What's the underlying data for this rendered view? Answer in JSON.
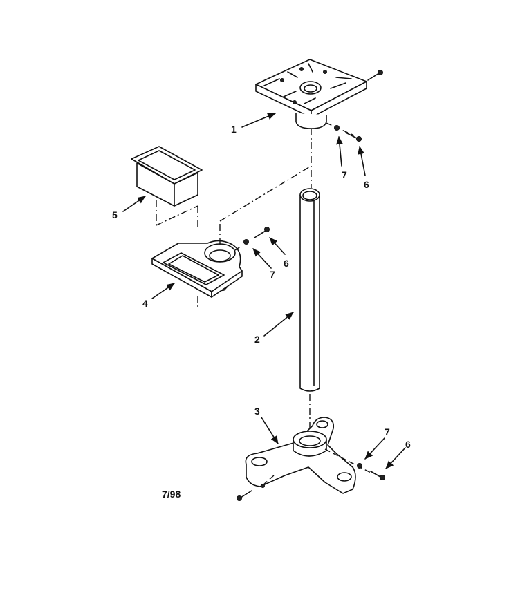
{
  "diagram": {
    "date_code": "7/98",
    "callouts": {
      "table_bracket": "1",
      "column": "2",
      "base": "3",
      "tray_bracket": "4",
      "tray": "5",
      "screw_top": "6",
      "washer_top": "7",
      "screw_mid": "6",
      "washer_mid": "7",
      "washer_base": "7",
      "screw_base": "6"
    }
  }
}
